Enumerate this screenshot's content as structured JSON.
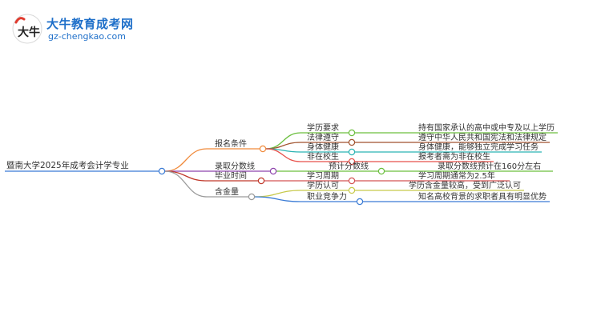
{
  "logo": {
    "title": "大牛教育成考网",
    "url": "gz-chengkao.com",
    "mark_text": "大牛"
  },
  "mindmap": {
    "root": "暨南大学2025年成考会计学专业",
    "branches": [
      {
        "label": "报名条件",
        "color": "#f08a3b",
        "children": [
          {
            "label": "学历要求",
            "color": "#6cbf3f",
            "detail": "持有国家承认的高中或中专及以上学历"
          },
          {
            "label": "法律遵守",
            "color": "#a0522d",
            "detail": "遵守中华人民共和国宪法和法律规定"
          },
          {
            "label": "身体健康",
            "color": "#2bb3b3",
            "detail": "身体健康，能够独立完成学习任务"
          },
          {
            "label": "非在校生",
            "color": "#e8504a",
            "detail": "报考者需为非在校生"
          }
        ]
      },
      {
        "label": "录取分数线",
        "color": "#8e44ad",
        "children": [
          {
            "label": "预计分数线",
            "color": "#6cbf3f",
            "detail": "录取分数线预计在160分左右"
          }
        ]
      },
      {
        "label": "毕业时间",
        "color": "#c0392b",
        "children": [
          {
            "label": "学习周期",
            "color": "#d35454",
            "detail": "学习周期通常为2.5年"
          }
        ]
      },
      {
        "label": "含金量",
        "color": "#9a9a9a",
        "children": [
          {
            "label": "学历认可",
            "color": "#c7c94a",
            "detail": "学历含金量较高，受到广泛认可"
          },
          {
            "label": "职业竞争力",
            "color": "#3a7bd5",
            "detail": "知名高校背景的求职者具有明显优势"
          }
        ]
      }
    ]
  }
}
